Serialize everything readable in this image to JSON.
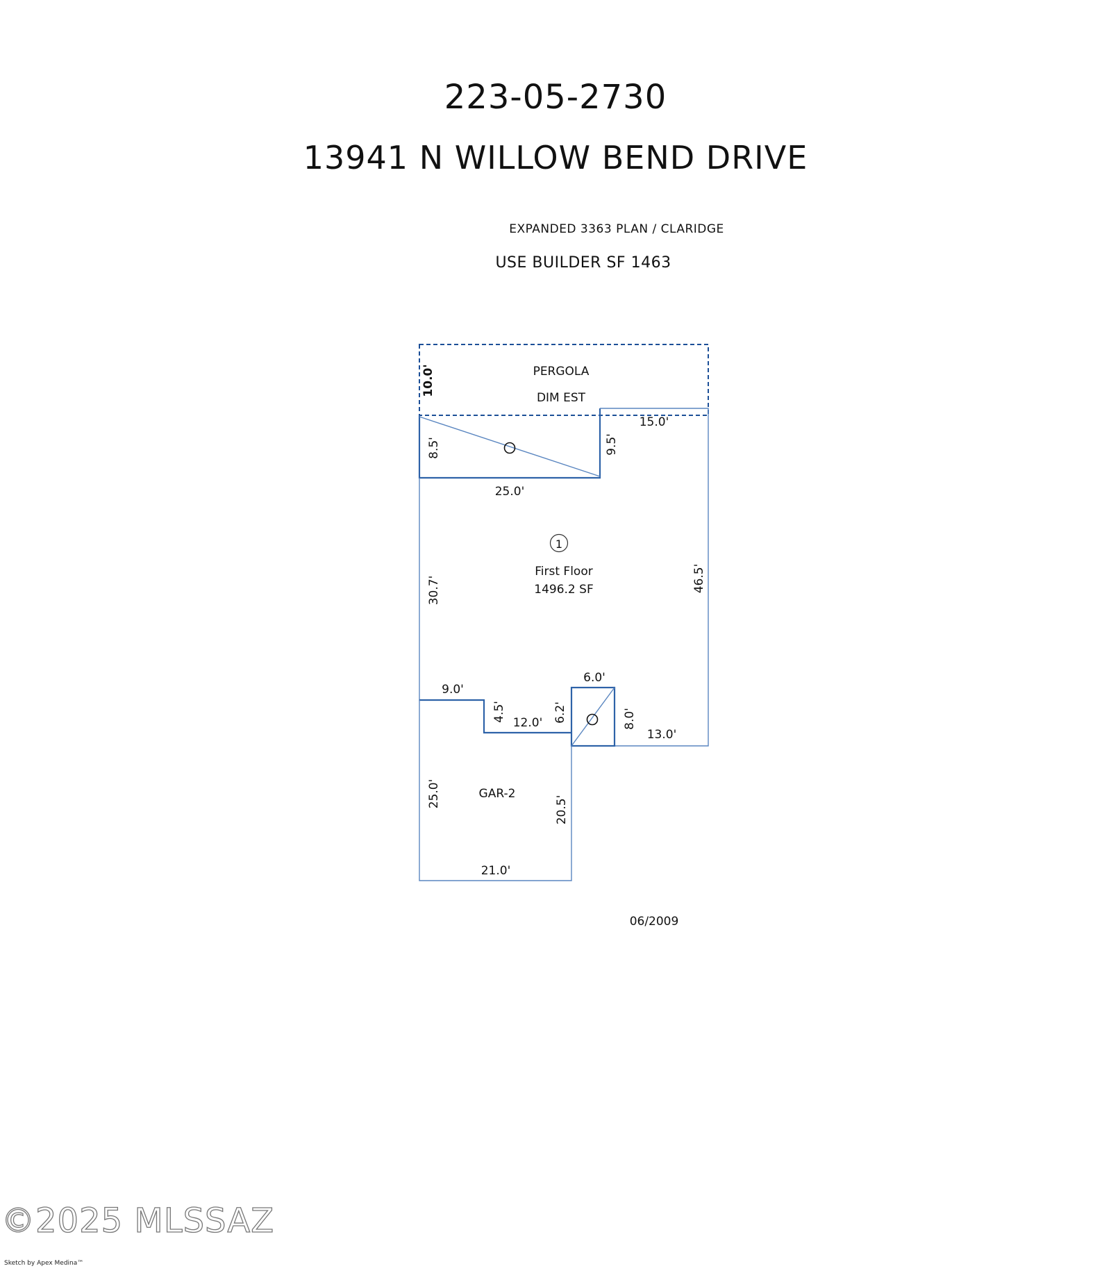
{
  "header": {
    "parcel": "223-05-2730",
    "address": "13941 N WILLOW BEND DRIVE",
    "plan": "EXPANDED 3363 PLAN / CLARIDGE",
    "builder_sf": "USE BUILDER SF 1463"
  },
  "sketch": {
    "pergola": {
      "name": "PERGOLA",
      "note": "DIM EST",
      "depth": "10.0'"
    },
    "top_room": {
      "height": "8.5'",
      "width": "25.0'",
      "step": "9.5'"
    },
    "main": {
      "number": "1",
      "name": "First Floor",
      "area": "1496.2 SF",
      "left": "30.7'",
      "right": "46.5'",
      "top_right": "15.0'",
      "bottom_right": "13.0'"
    },
    "notch": {
      "top": "9.0'",
      "drop": "4.5'",
      "run": "12.0'",
      "rise": "6.2'"
    },
    "small_room": {
      "width": "6.0'",
      "height": "8.0'"
    },
    "garage": {
      "name": "GAR-2",
      "left": "25.0'",
      "right": "20.5'",
      "bottom": "21.0'"
    },
    "date": "06/2009",
    "colors": {
      "line": "#2d62a8",
      "dashed": "#1c4f97"
    }
  },
  "footer": {
    "watermark": "©2025 MLSSAZ",
    "credit": "Sketch by Apex Medina™"
  }
}
